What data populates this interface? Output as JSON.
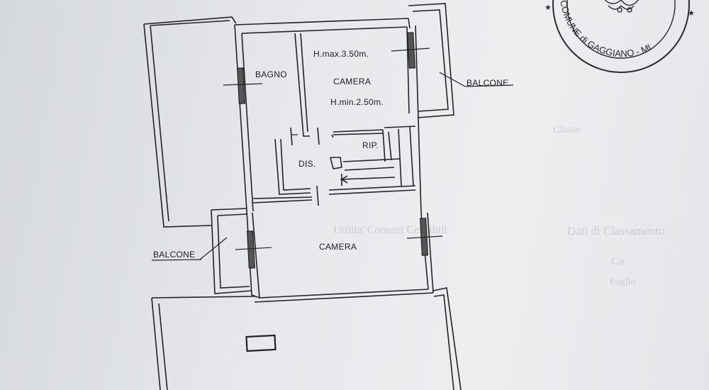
{
  "labels": {
    "bagno": "BAGNO",
    "camera_top": "CAMERA",
    "h_max": "H.max.3.50m.",
    "h_min": "H.min.2.50m.",
    "balcone_right": "BALCONE",
    "rip": "RIP.",
    "dis": "DIS.",
    "camera_bottom": "CAMERA",
    "balcone_left": "BALCONE"
  },
  "stamp": {
    "text": "COMUNE di GAGGIANO - MI"
  },
  "background_text": {
    "line1": "Utilita' Comuni Censibili",
    "line2": "Dati di Classamento",
    "line3": "Foglio",
    "line4": "Cat.",
    "line5": "Classe"
  },
  "colors": {
    "paper": "#e6e8eb",
    "ink": "#1d1d22",
    "ghost_text": "#a7abb2"
  }
}
